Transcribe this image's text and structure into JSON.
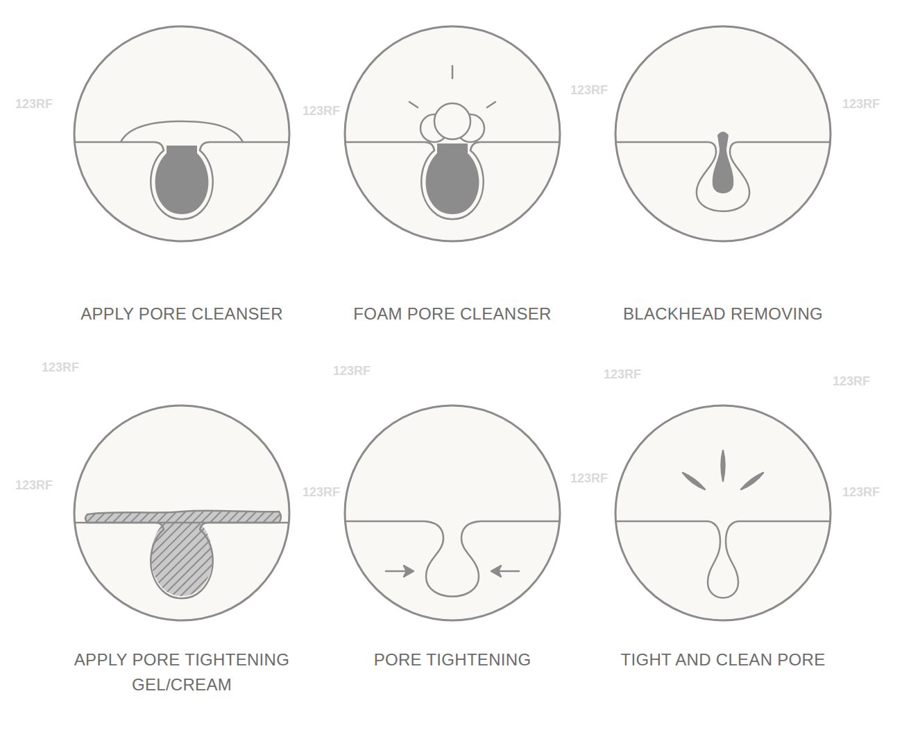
{
  "diagram": {
    "nodes": [
      {
        "text": [
          "APPLY PORE CLEANSER"
        ]
      },
      {
        "text": [
          "FOAM PORE CLEANSER"
        ]
      },
      {
        "text": [
          "BLACKHEAD REMOVING"
        ]
      },
      {
        "text": [
          "APPLY PORE TIGHTENING GEL/CREAM"
        ]
      },
      {
        "text": [
          "PORE TIGHTENING"
        ]
      },
      {
        "text": [
          "TIGHT AND CLEAN PORE"
        ]
      }
    ],
    "labels": [
      "123RF",
      "123RF",
      "123RF",
      "123RF",
      "123RF",
      "123RF",
      "123RF",
      "123RF",
      "123RF",
      "123RF",
      "123RF",
      "123RF"
    ]
  }
}
